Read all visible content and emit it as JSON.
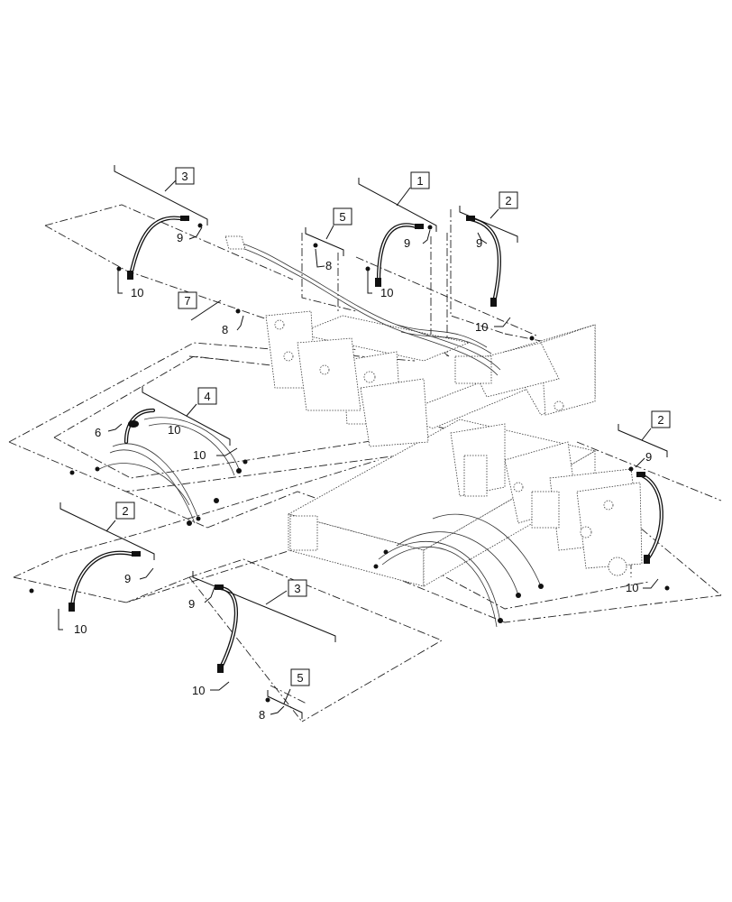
{
  "diagram": {
    "callouts": [
      {
        "key": "c1",
        "text": "1"
      },
      {
        "key": "c2a",
        "text": "2"
      },
      {
        "key": "c2b",
        "text": "2"
      },
      {
        "key": "c2c",
        "text": "2"
      },
      {
        "key": "c3a",
        "text": "3"
      },
      {
        "key": "c3b",
        "text": "3"
      },
      {
        "key": "c4",
        "text": "4"
      },
      {
        "key": "c5a",
        "text": "5"
      },
      {
        "key": "c5b",
        "text": "5"
      },
      {
        "key": "c7",
        "text": "7"
      }
    ],
    "labels": [
      {
        "key": "l9a",
        "text": "9"
      },
      {
        "key": "l10a",
        "text": "10"
      },
      {
        "key": "l8a",
        "text": "8"
      },
      {
        "key": "l9b",
        "text": "9"
      },
      {
        "key": "l10b",
        "text": "10"
      },
      {
        "key": "l9c",
        "text": "9"
      },
      {
        "key": "l10c",
        "text": "10"
      },
      {
        "key": "l8b",
        "text": "8"
      },
      {
        "key": "l6",
        "text": "6"
      },
      {
        "key": "l10d",
        "text": "10"
      },
      {
        "key": "l10e",
        "text": "10"
      },
      {
        "key": "l9d",
        "text": "9"
      },
      {
        "key": "l10f",
        "text": "10"
      },
      {
        "key": "l9e",
        "text": "9"
      },
      {
        "key": "l10g",
        "text": "10"
      },
      {
        "key": "l9f",
        "text": "9"
      },
      {
        "key": "l10h",
        "text": "10"
      },
      {
        "key": "l8c",
        "text": "8"
      }
    ]
  }
}
